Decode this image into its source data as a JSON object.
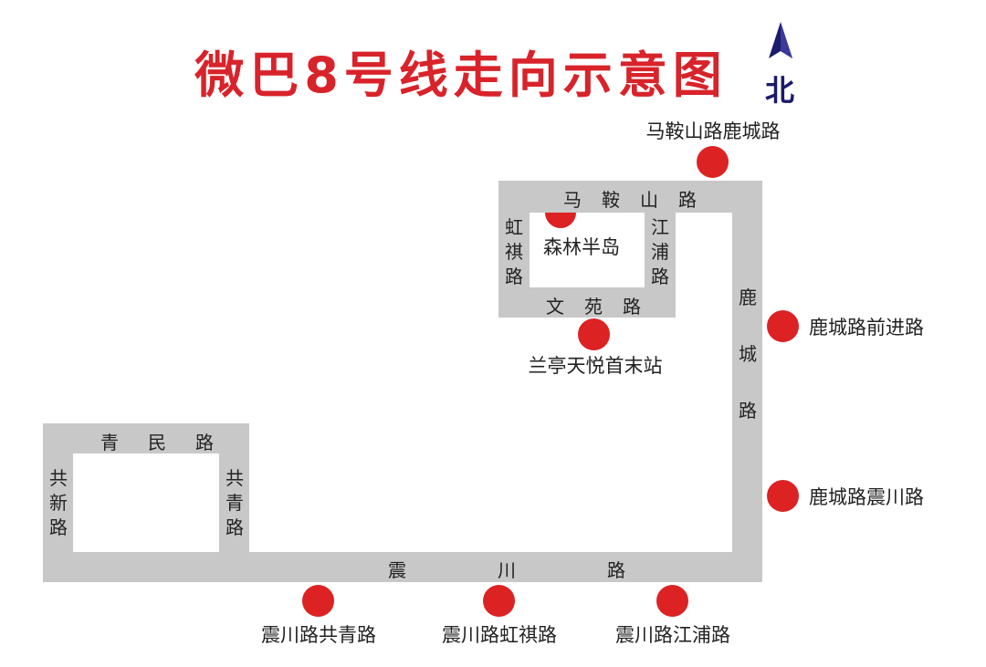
{
  "title": "微巴8号线走向示意图",
  "north_label": "北",
  "colors": {
    "title": "#d8232a",
    "stop": "#dc2222",
    "road": "#c8c8c8",
    "north": "#1b1b6b"
  },
  "roads": {
    "qingmin": "青民路",
    "gongxin": "共新路",
    "gongqing": "共青路",
    "zhenchuan": "震川路",
    "lucheng": "鹿城路",
    "maanshan": "马鞍山路",
    "hongqi": "虹祺路",
    "jiangpu": "江浦路",
    "wenyuan": "文苑路"
  },
  "stops": {
    "maanshan_lucheng": "马鞍山路鹿城路",
    "senlin": "森林半岛",
    "lanting": "兰亭天悦首末站",
    "lucheng_qianjin": "鹿城路前进路",
    "lucheng_zhenchuan": "鹿城路震川路",
    "zhenchuan_gongqing": "震川路共青路",
    "zhenchuan_hongqi": "震川路虹祺路",
    "zhenchuan_jiangpu": "震川路江浦路"
  }
}
